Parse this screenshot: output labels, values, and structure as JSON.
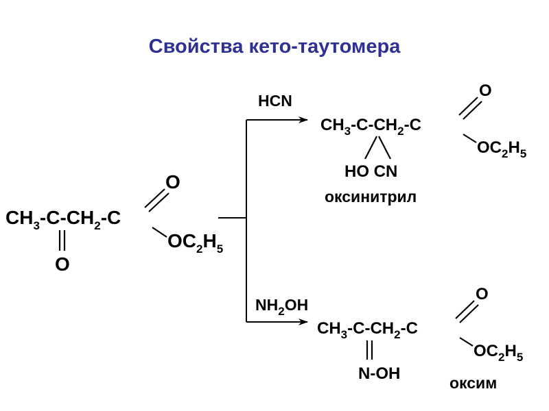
{
  "title": "Свойства кето-таутомера",
  "colors": {
    "title": "#2e3192",
    "text": "#000000"
  },
  "reactant": {
    "chain": [
      "CH",
      "3",
      "-C-CH",
      "2",
      "-C"
    ],
    "carbonyl_o": "O",
    "ester": [
      "OC",
      "2",
      "H",
      "5"
    ],
    "keto_o": "O"
  },
  "reagents": {
    "top": "HCN",
    "bottom": [
      "NH",
      "2",
      "OH"
    ]
  },
  "product_top": {
    "chain": [
      "CH",
      "3",
      "-C-CH",
      "2",
      "-C"
    ],
    "carbonyl_o": "O",
    "ester": [
      "OC",
      "2",
      "H",
      "5"
    ],
    "substituents": "HO CN",
    "name": "оксинитрил"
  },
  "product_bottom": {
    "chain": [
      "CH",
      "3",
      "-C-CH",
      "2",
      "-C"
    ],
    "carbonyl_o": "O",
    "ester": [
      "OC",
      "2",
      "H",
      "5"
    ],
    "substituent": "N-OH",
    "name": "оксим"
  }
}
